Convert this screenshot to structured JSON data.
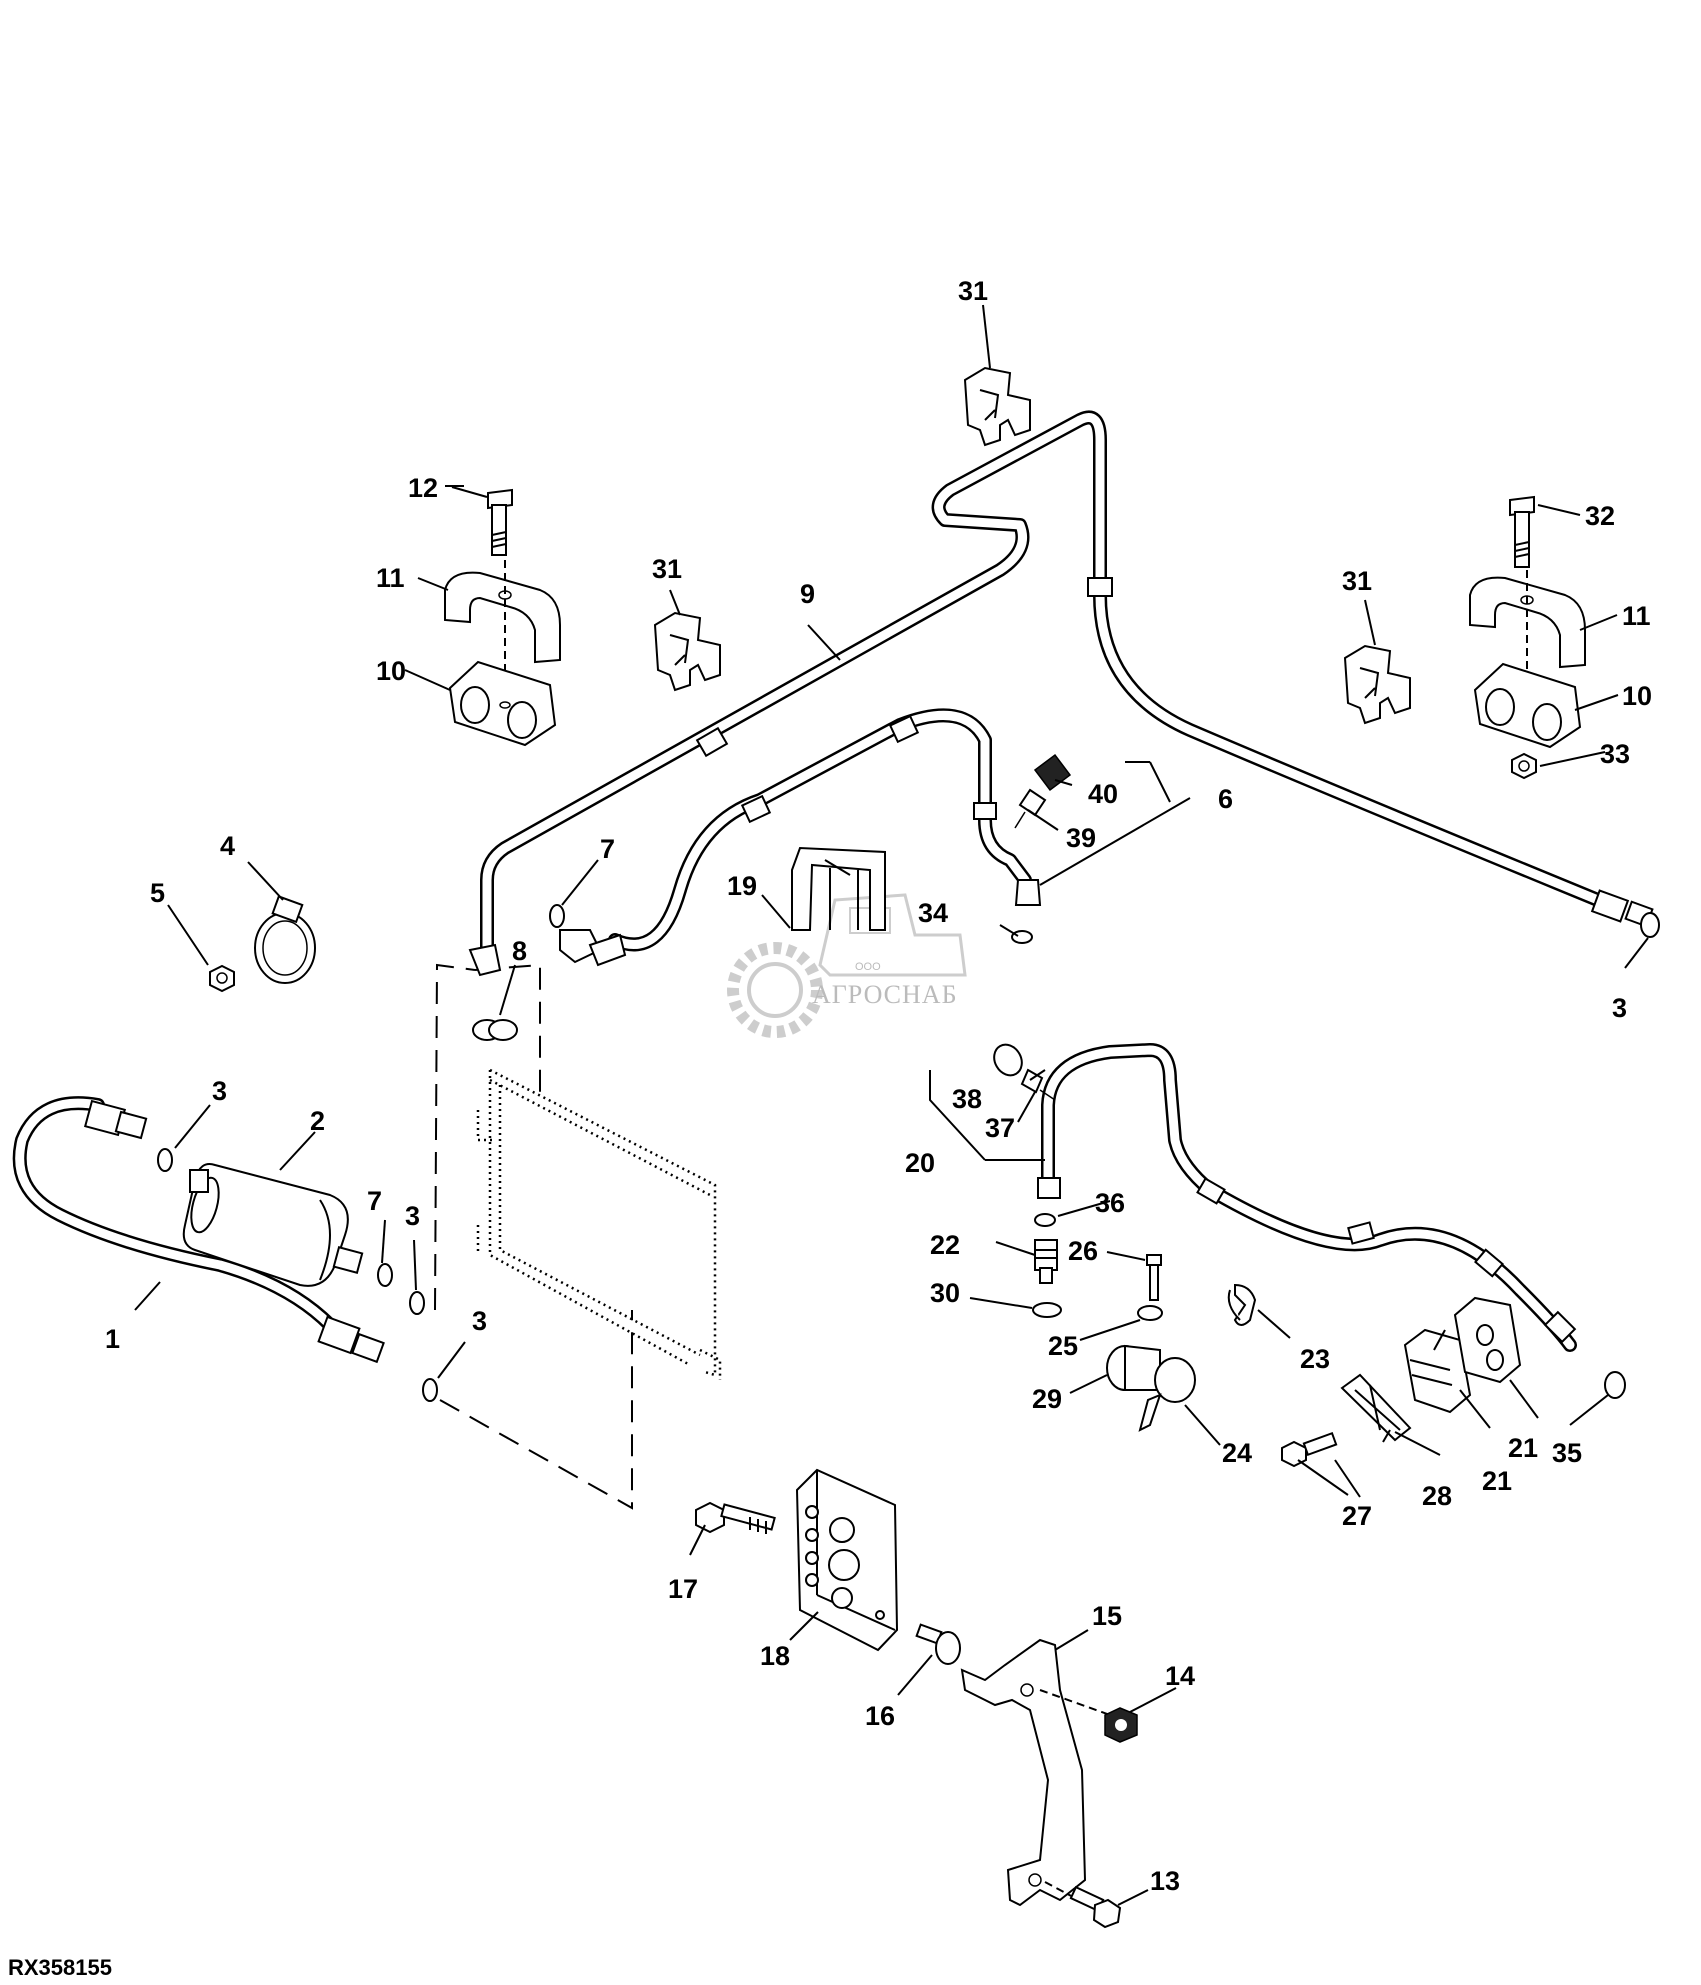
{
  "diagram": {
    "reference_code": "RX358155",
    "watermark": {
      "brand": "АГРОСНАБ",
      "prefix": "ООО"
    },
    "callouts": {
      "c1": "1",
      "c2": "2",
      "c3a": "3",
      "c3b": "3",
      "c3c": "3",
      "c3d": "3",
      "c4": "4",
      "c5": "5",
      "c6": "6",
      "c7a": "7",
      "c7b": "7",
      "c8": "8",
      "c9": "9",
      "c10a": "10",
      "c10b": "10",
      "c11a": "11",
      "c11b": "11",
      "c12": "12",
      "c13": "13",
      "c14": "14",
      "c15": "15",
      "c16": "16",
      "c17": "17",
      "c18": "18",
      "c19": "19",
      "c20": "20",
      "c21a": "21",
      "c21b": "21",
      "c22": "22",
      "c23": "23",
      "c24": "24",
      "c25": "25",
      "c26": "26",
      "c27": "27",
      "c28": "28",
      "c29": "29",
      "c30": "30",
      "c31a": "31",
      "c31b": "31",
      "c31c": "31",
      "c32": "32",
      "c33": "33",
      "c34": "34",
      "c35": "35",
      "c36": "36",
      "c37": "37",
      "c38": "38",
      "c39": "39",
      "c40": "40"
    }
  }
}
